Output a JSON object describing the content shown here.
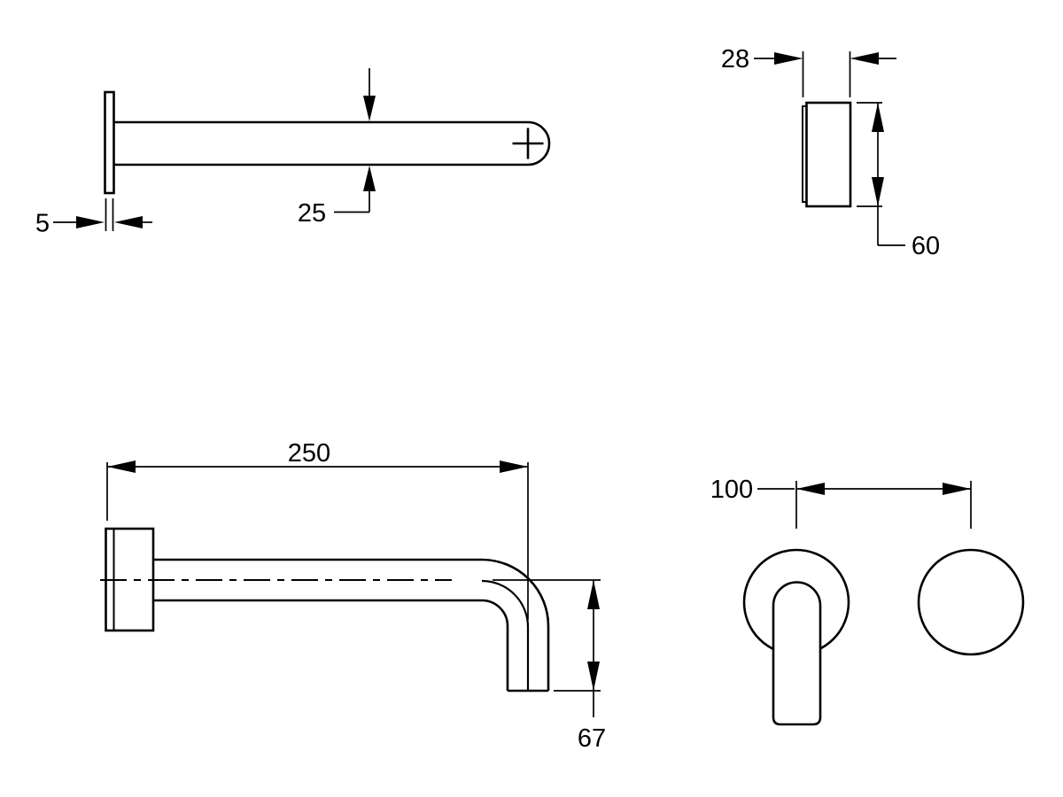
{
  "drawing": {
    "background": "#ffffff",
    "line_color": "#000000",
    "units": ""
  },
  "views": {
    "spout_top": {
      "plate_thickness": "5",
      "spout_diameter": "25"
    },
    "trim_side": {
      "depth": "28",
      "height": "60"
    },
    "spout_side": {
      "projection": "250",
      "outlet_drop": "67"
    },
    "controls_front": {
      "centre_spacing": "100"
    }
  }
}
